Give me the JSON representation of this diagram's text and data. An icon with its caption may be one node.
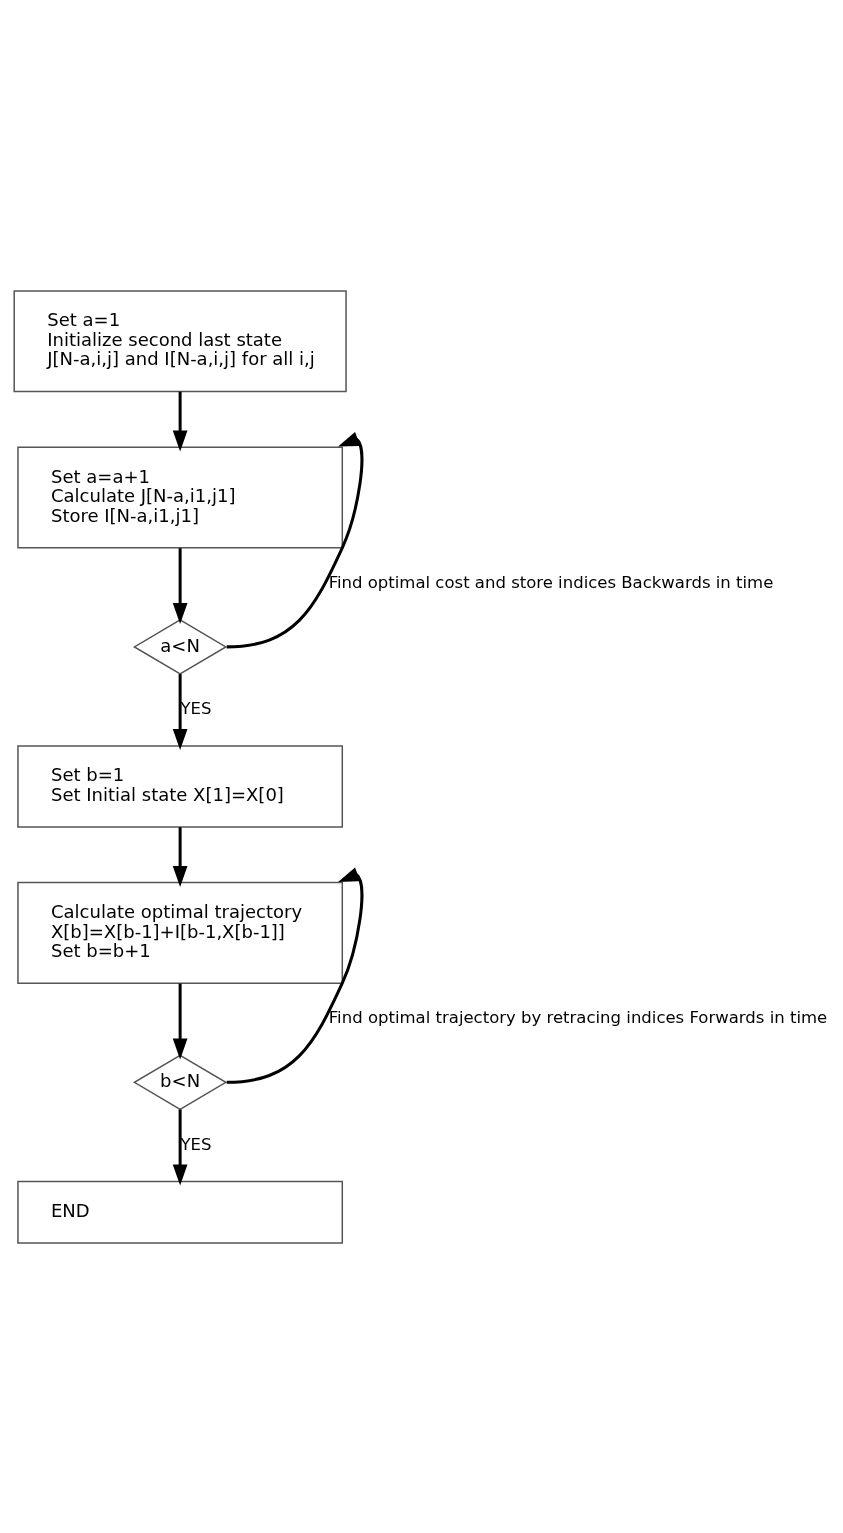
{
  "diagram": {
    "nodes": [
      {
        "text": [
          "Set a=1",
          "Initialize second last state",
          "J[N-a,i,j] and I[N-a,i,j] for all i,j"
        ]
      },
      {
        "text": [
          "Set a=a+1",
          "Calculate J[N-a,i1,j1]",
          "Store I[N-a,i1,j1]"
        ]
      },
      {
        "text": [
          "a<N"
        ]
      },
      {
        "text": [
          "Set b=1",
          "Set Initial state X[1]=X[0]"
        ]
      },
      {
        "text": [
          "Calculate optimal trajectory",
          "X[b]=X[b-1]+I[b-1,X[b-1]]",
          "Set b=b+1"
        ]
      },
      {
        "text": [
          "b<N"
        ]
      },
      {
        "text": [
          "END"
        ]
      }
    ],
    "edges": [
      {
        "from": 0,
        "to": 1,
        "arrow": "to"
      },
      {
        "from": 1,
        "to": 2,
        "arrow": "to"
      },
      {
        "from": 2,
        "to": 1,
        "arrow": "to",
        "label": "Find optimal cost and store indices Backwards in time"
      },
      {
        "from": 2,
        "to": 3,
        "arrow": "to",
        "label": "YES"
      },
      {
        "from": 3,
        "to": 4,
        "arrow": "to"
      },
      {
        "from": 4,
        "to": 5,
        "arrow": "to"
      },
      {
        "from": 5,
        "to": 4,
        "arrow": "to",
        "label": "Find optimal trajectory by retracing indices Forwards in time"
      },
      {
        "from": 5,
        "to": 6,
        "arrow": "to",
        "label": "YES"
      }
    ]
  }
}
